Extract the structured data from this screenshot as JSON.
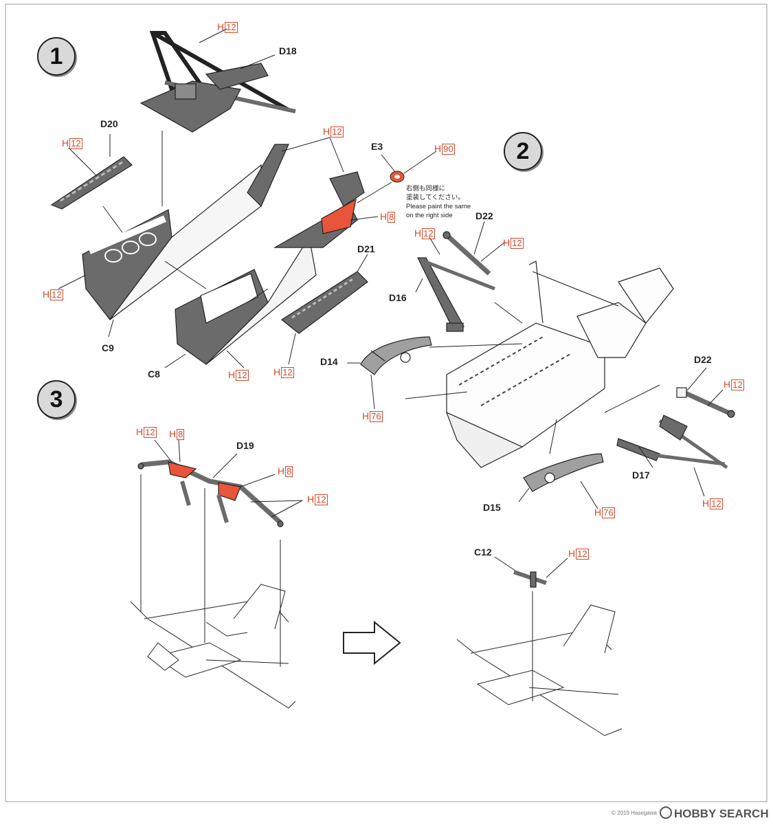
{
  "steps": [
    "1",
    "2",
    "3"
  ],
  "parts": {
    "d18": "D18",
    "d20": "D20",
    "e3": "E3",
    "d21": "D21",
    "c9": "C9",
    "c8": "C8",
    "d22a": "D22",
    "d22b": "D22",
    "d16": "D16",
    "d14": "D14",
    "d17": "D17",
    "d15": "D15",
    "d19": "D19",
    "c12": "C12"
  },
  "paint_prefix": "H",
  "paint": {
    "c12": "12",
    "d20": "12",
    "frame_top": "12",
    "e3": "90",
    "red1": "8",
    "c9": "12",
    "c8": "12",
    "d21": "12",
    "pipe_right": "12",
    "d14": "76",
    "d22": "12",
    "d17": "12",
    "d15": "76",
    "d19_left": "12",
    "d19_red": "8",
    "d19_red2": "8",
    "d19_right": "12",
    "c12_top": "12"
  },
  "note": {
    "jp_line1": "右側も同様に",
    "jp_line2": "塗装してください。",
    "en_line1": "Please paint the same",
    "en_line2": "on the right side"
  },
  "footer": {
    "brand": "HOBBY SEARCH",
    "copyright": "© 2019 Hasegawa"
  },
  "colors": {
    "part_gray": "#6b6b6b",
    "paint_red": "#d24a2a",
    "accent_red": "#e8553a"
  }
}
